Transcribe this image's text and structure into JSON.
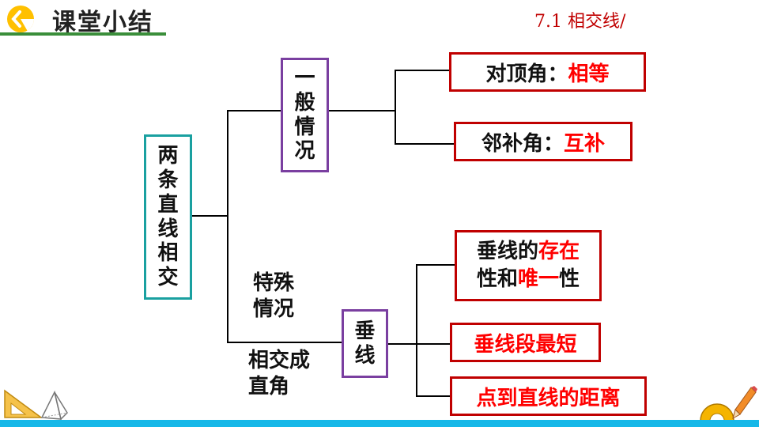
{
  "header": {
    "title": "课堂小结",
    "subtitle": "7.1 相交线/"
  },
  "diagram": {
    "root": [
      "两",
      "条",
      "直",
      "线",
      "相",
      "交"
    ],
    "general": [
      "一",
      "般",
      "情",
      "况"
    ],
    "vertical_angle": {
      "label": "对顶角：",
      "value": "相等"
    },
    "adjacent_angle": {
      "label": "邻补角：",
      "value": "互补"
    },
    "special_label": [
      "特殊",
      "情况"
    ],
    "right_angle_label": [
      "相交成",
      "直角"
    ],
    "perpendicular": [
      "垂",
      "线"
    ],
    "existence": {
      "line1_a": "垂线的",
      "line1_b": "存在",
      "line2_a": "性和",
      "line2_b": "唯一",
      "line2_c": "性"
    },
    "shortest": "垂线段最短",
    "distance": "点到直线的距离"
  },
  "colors": {
    "header_accent": "#3a8e3a",
    "root_border": "#1aa0a0",
    "node_border": "#7a3fa0",
    "leaf_border": "#c00000",
    "highlight_text": "#ff0000",
    "bottom_bar": "#16b8e8"
  },
  "icons": [
    "back-arrow-icon",
    "ruler-icon",
    "pyramid-icon",
    "protractor-icon",
    "pencil-icon"
  ]
}
